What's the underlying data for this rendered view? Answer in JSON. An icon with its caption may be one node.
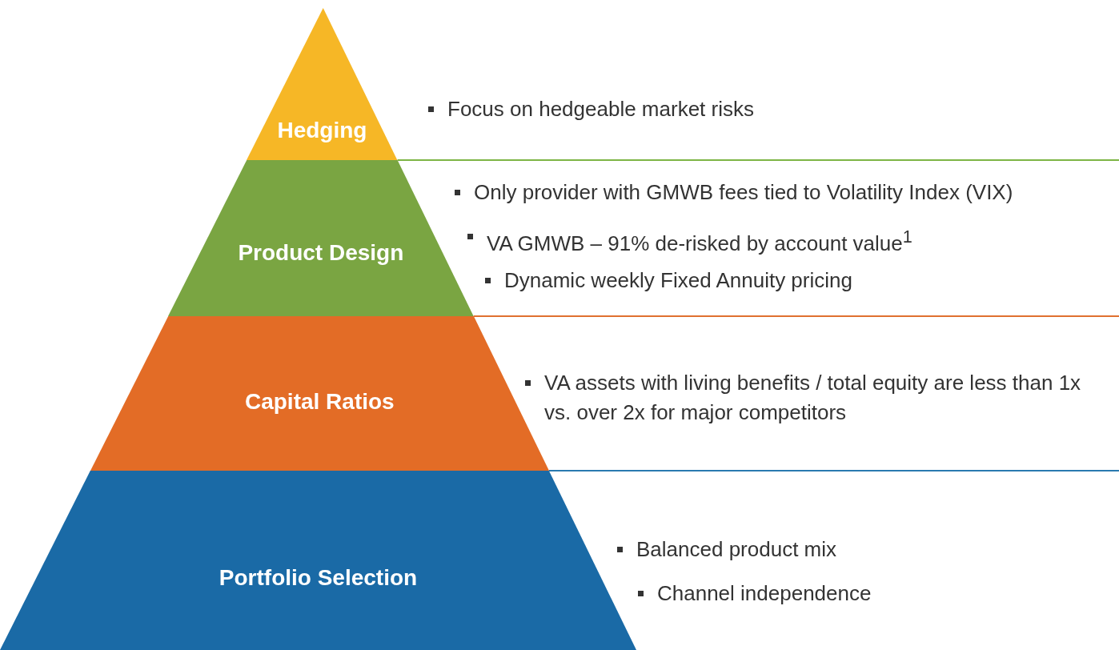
{
  "diagram": {
    "nodes": [
      {
        "text": [
          "Hedging"
        ],
        "beside": [
          "Focus on hedgeable market risks"
        ]
      },
      {
        "text": [
          "Product Design"
        ],
        "beside": [
          "Only provider with GMWB fees tied to Volatility Index (VIX)",
          "VA GMWB – 91% de-risked by account value$^{1}$",
          "Dynamic weekly Fixed Annuity pricing"
        ]
      },
      {
        "text": [
          "Capital Ratios"
        ],
        "beside": [
          "VA assets with living benefits / total equity are less than 1x vs. over 2x for major competitors"
        ]
      },
      {
        "text": [
          "Portfolio Selection"
        ],
        "beside": [
          "Balanced product mix",
          "Channel independence"
        ]
      }
    ],
    "edges": []
  }
}
